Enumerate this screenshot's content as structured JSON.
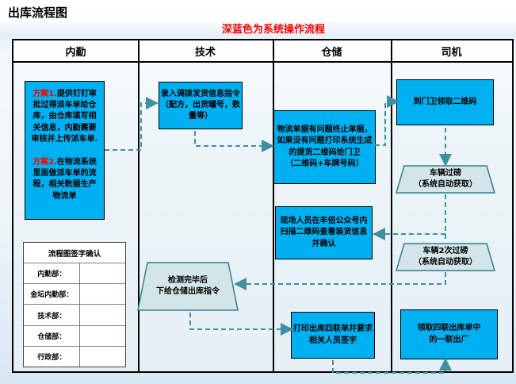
{
  "page": {
    "title": "出库流程图",
    "subtitle": "深蓝色为系统操作流程"
  },
  "colors": {
    "subtitle_text": "#ff0000",
    "system_box_fill": "#00b0f0",
    "manual_shape_fill": "#d3e5e8",
    "manual_shape_border": "#2e7f91",
    "connector": "#3f8fa1",
    "table_border": "#000000"
  },
  "lanes": [
    {
      "label": "内勤"
    },
    {
      "label": "技术"
    },
    {
      "label": "仓储"
    },
    {
      "label": "司机"
    }
  ],
  "nodes": {
    "plan": {
      "scheme1_label": "方案1.",
      "scheme1_text": "提供钉钉审批过得派车单给仓库，由仓库填写相关信息，内勤需要审核并上传派车单.",
      "scheme2_label": "方案2.",
      "scheme2_text": "在物流系统里面做派车单的流程，相关数据生产物流单"
    },
    "enter_info": {
      "text": "录入调拨发货信息指令\n（配方，出货罐号，数量等）"
    },
    "logistics_check": {
      "text": "物流单据有问题终止单据，如果没有问题打印系统生成的提货二维码给门卫\n（二维码+车牌号码）"
    },
    "scan_confirm": {
      "text": "现场人员在丰倍公众号内扫描二维码查看装货信息并确认"
    },
    "print_sign": {
      "text": "打印出库四联单并要求相关人员签字"
    },
    "get_qrcode": {
      "text": "到门卫领取二维码"
    },
    "first_weigh": {
      "text": "车辆过磅\n（系统自动获取）"
    },
    "second_weigh": {
      "text": "车辆2次过磅\n（系统自动获取）"
    },
    "outbound_order": {
      "text": "检测完毕后\n下给仓储出库指令"
    },
    "take_copy": {
      "text": "领取四联出库单中\n的一联出厂"
    }
  },
  "edges": [
    {
      "from": "plan",
      "to": "enter_info"
    },
    {
      "from": "enter_info",
      "to": "logistics_check"
    },
    {
      "from": "logistics_check",
      "to": "get_qrcode"
    },
    {
      "from": "get_qrcode",
      "to": "first_weigh"
    },
    {
      "from": "first_weigh",
      "to": "scan_confirm"
    },
    {
      "from": "first_weigh",
      "to": "second_weigh"
    },
    {
      "from": "second_weigh",
      "to": "outbound_order"
    },
    {
      "from": "outbound_order",
      "to": "print_sign"
    },
    {
      "from": "print_sign",
      "to": "take_copy"
    }
  ],
  "signature_table": {
    "title": "流程图签字确认",
    "rows": [
      "内勤部：",
      "金坛内勤部：",
      "技术部：",
      "仓储部：",
      "行政部："
    ]
  }
}
